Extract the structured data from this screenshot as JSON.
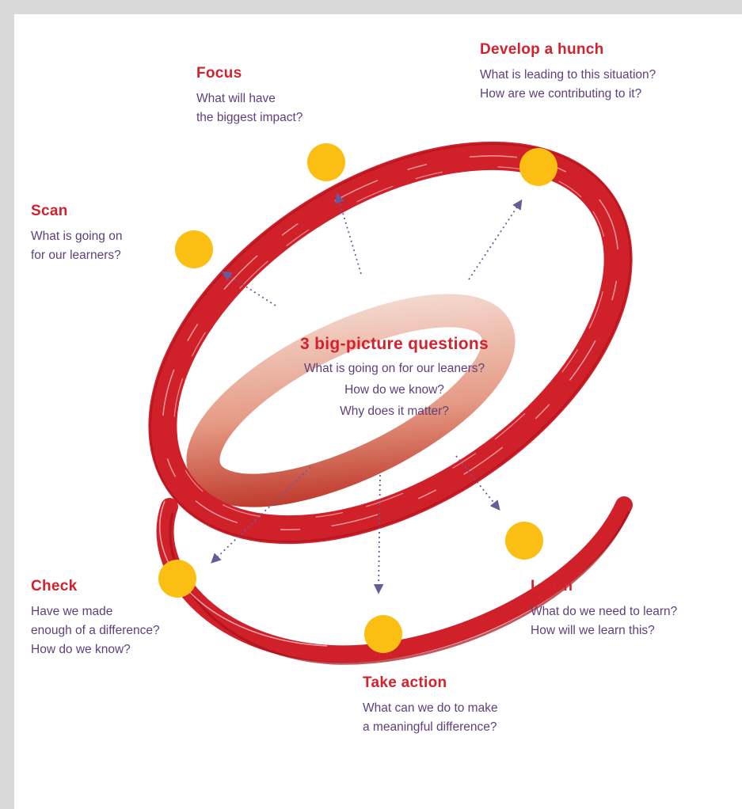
{
  "colors": {
    "ring": "#d0202a",
    "ring_dark": "#a4121a",
    "node": "#fbbf14",
    "title": "#d3212e",
    "text": "#5e3f7c",
    "arrow": "#6a5a98",
    "background": "#d9d9d9",
    "panel": "#ffffff"
  },
  "center": {
    "title": "3 big-picture questions",
    "lines": [
      "What is going on for our leaners?",
      "How do we know?",
      "Why does it matter?"
    ]
  },
  "stages": [
    {
      "id": "focus",
      "title": "Focus",
      "lines": [
        "What will have",
        "the biggest impact?"
      ]
    },
    {
      "id": "develop",
      "title": "Develop a hunch",
      "lines": [
        "What is leading to this situation?",
        "How are we contributing to it?"
      ]
    },
    {
      "id": "scan",
      "title": "Scan",
      "lines": [
        "What is going on",
        "for our learners?"
      ]
    },
    {
      "id": "learn",
      "title": "Learn",
      "lines": [
        "What do we need to learn?",
        "How will we learn this?"
      ]
    },
    {
      "id": "check",
      "title": "Check",
      "lines": [
        "Have we made",
        "enough of a difference?",
        "How do we know?"
      ]
    },
    {
      "id": "take-action",
      "title": "Take action",
      "lines": [
        "What can we do to make",
        "a meaningful difference?"
      ]
    }
  ]
}
